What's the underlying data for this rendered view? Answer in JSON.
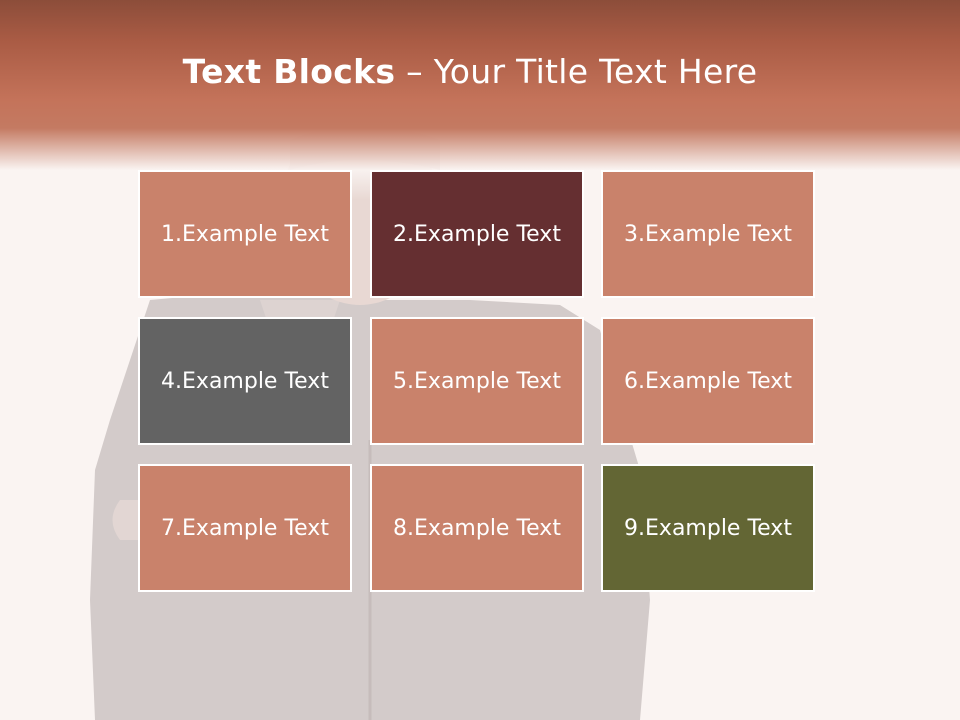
{
  "slide": {
    "title_bold": "Text Blocks",
    "title_dash": " – ",
    "title_rest": "Your Title Text Here"
  },
  "blocks": [
    {
      "label": "1.Example Text",
      "color": "#c9826b"
    },
    {
      "label": "2.Example Text",
      "color": "#652f31"
    },
    {
      "label": "3.Example Text",
      "color": "#c9826b"
    },
    {
      "label": "4.Example Text",
      "color": "#636363"
    },
    {
      "label": "5.Example Text",
      "color": "#c9826b"
    },
    {
      "label": "6.Example Text",
      "color": "#c9826b"
    },
    {
      "label": "7.Example Text",
      "color": "#c9826b"
    },
    {
      "label": "8.Example Text",
      "color": "#c9826b"
    },
    {
      "label": "9.Example Text",
      "color": "#636634"
    }
  ],
  "colors": {
    "header": "#c4735a",
    "background": "#faf4f2"
  }
}
